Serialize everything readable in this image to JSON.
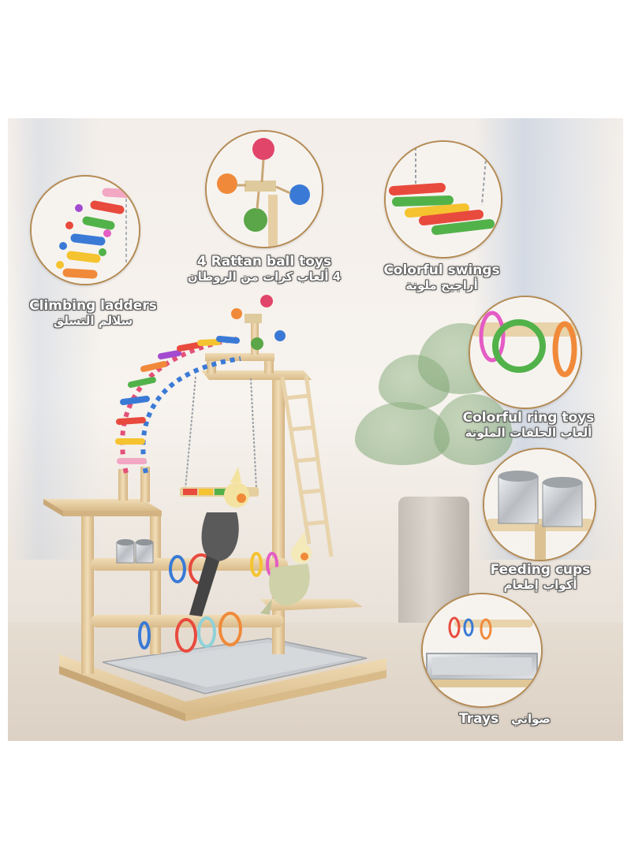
{
  "features": [
    {
      "id": "ladders",
      "en": "Climbing ladders",
      "ar": "سلالم التسلق",
      "icon": "ladder-icon"
    },
    {
      "id": "rattan",
      "en": "4 Rattan ball toys",
      "ar": "4 ألعاب كرات من الروطان",
      "icon": "rattan-ball-icon"
    },
    {
      "id": "swings",
      "en": "Colorful swings",
      "ar": "أراجيح ملونة",
      "icon": "swing-icon"
    },
    {
      "id": "rings",
      "en": "Colorful ring toys",
      "ar": "ألعاب الحلقات الملونة",
      "icon": "ring-icon"
    },
    {
      "id": "cups",
      "en": "Feeding cups",
      "ar": "أكواب إطعام",
      "icon": "cup-icon"
    },
    {
      "id": "trays",
      "en": "Trays",
      "ar": "صواني",
      "icon": "tray-icon"
    }
  ],
  "colors": {
    "wood": "#e6cfa4",
    "wood_dark": "#c9a877",
    "steel": "#c9ccd0",
    "bubble_border": "#b48a52"
  }
}
